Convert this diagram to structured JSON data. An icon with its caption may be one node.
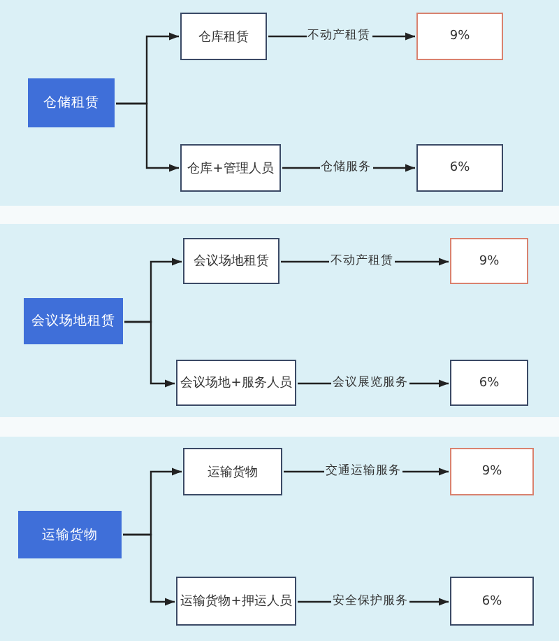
{
  "diagram": {
    "nodes": [
      {
        "text": [
          "仓储租赁"
        ]
      },
      {
        "text": [
          "仓库租赁"
        ]
      },
      {
        "text": [
          "9%"
        ]
      },
      {
        "text": [
          "仓库+管理人员"
        ]
      },
      {
        "text": [
          "6%"
        ]
      },
      {
        "text": [
          "会议场地租赁"
        ]
      },
      {
        "text": [
          "会议场地租赁"
        ]
      },
      {
        "text": [
          "9%"
        ]
      },
      {
        "text": [
          "会议场地+服务人员"
        ]
      },
      {
        "text": [
          "6%"
        ]
      },
      {
        "text": [
          "运输货物"
        ]
      },
      {
        "text": [
          "运输货物"
        ]
      },
      {
        "text": [
          "9%"
        ]
      },
      {
        "text": [
          "运输货物+押运人员"
        ]
      },
      {
        "text": [
          "6%"
        ]
      }
    ],
    "edges": [
      {
        "from": 0,
        "to": 1,
        "arrow": "to"
      },
      {
        "from": 0,
        "to": 3,
        "arrow": "to"
      },
      {
        "from": 1,
        "to": 2,
        "arrow": "to",
        "label": "不动产租赁"
      },
      {
        "from": 3,
        "to": 4,
        "arrow": "to",
        "label": "仓储服务"
      },
      {
        "from": 5,
        "to": 6,
        "arrow": "to"
      },
      {
        "from": 5,
        "to": 8,
        "arrow": "to"
      },
      {
        "from": 6,
        "to": 7,
        "arrow": "to",
        "label": "不动产租赁"
      },
      {
        "from": 8,
        "to": 9,
        "arrow": "to",
        "label": "会议展览服务"
      },
      {
        "from": 10,
        "to": 11,
        "arrow": "to"
      },
      {
        "from": 10,
        "to": 13,
        "arrow": "to"
      },
      {
        "from": 11,
        "to": 12,
        "arrow": "to",
        "label": "交通运输服务"
      },
      {
        "from": 13,
        "to": 14,
        "arrow": "to",
        "label": "安全保护服务"
      }
    ]
  }
}
